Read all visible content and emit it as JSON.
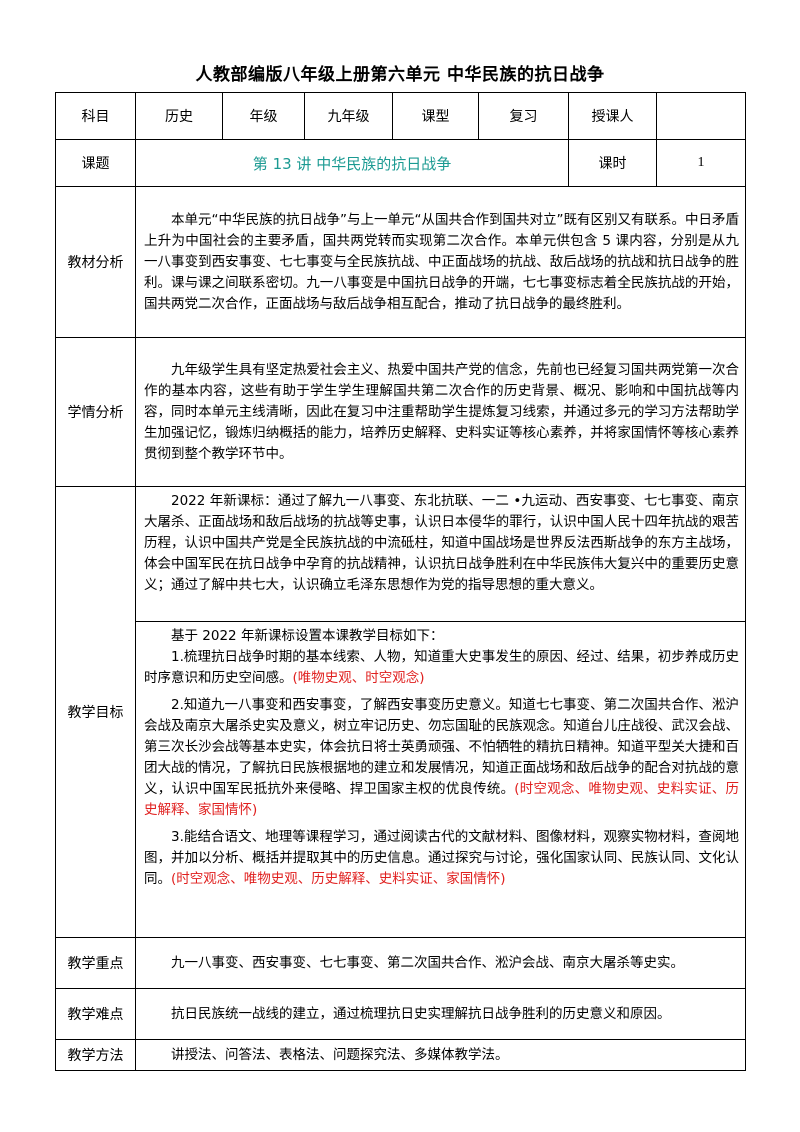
{
  "title": "人教部编版八年级上册第六单元  中华民族的抗日战争",
  "header": {
    "subject_label": "科目",
    "subject": "历史",
    "grade_label": "年级",
    "grade": "九年级",
    "type_label": "课型",
    "type": "复习",
    "teacher_label": "授课人",
    "teacher": ""
  },
  "topic": {
    "label": "课题",
    "value": "第 13 讲    中华民族的抗日战争",
    "hours_label": "课时",
    "hours": "1"
  },
  "material": {
    "label": "教材分析",
    "text": "本单元“中华民族的抗日战争”与上一单元“从国共合作到国共对立”既有区别又有联系。中日矛盾上升为中国社会的主要矛盾，国共两党转而实现第二次合作。本单元供包含 5 课内容，分别是从九一八事变到西安事变、七七事变与全民族抗战、中正面战场的抗战、敌后战场的抗战和抗日战争的胜利。课与课之间联系密切。九一八事变是中国抗日战争的开端，七七事变标志着全民族抗战的开始，国共两党二次合作，正面战场与敌后战争相互配合，推动了抗日战争的最终胜利。"
  },
  "students": {
    "label": "学情分析",
    "text": "九年级学生具有坚定热爱社会主义、热爱中国共产党的信念，先前也已经复习国共两党第一次合作的基本内容，这些有助于学生学生理解国共第二次合作的历史背景、概况、影响和中国抗战等内容，同时本单元主线清晰，因此在复习中注重帮助学生提炼复习线索，并通过多元的学习方法帮助学生加强记忆，锻炼归纳概括的能力，培养历史解释、史料实证等核心素养，并将家国情怀等核心素养贯彻到整个教学环节中。"
  },
  "objectives": {
    "label": "教学目标",
    "standard": "2022 年新课标：通过了解九一八事变、东北抗联、一二 •九运动、西安事变、七七事变、南京大屠杀、正面战场和敌后战场的抗战等史事，认识日本侵华的罪行，认识中国人民十四年抗战的艰苦历程，认识中国共产党是全民族抗战的中流砥柱，知道中国战场是世界反法西斯战争的东方主战场，体会中国军民在抗日战争中孕育的抗战精神，认识抗日战争胜利在中华民族伟大复兴中的重要历史意义；通过了解中共七大，认识确立毛泽东思想作为党的指导思想的重大意义。",
    "intro": "基于 2022 年新课标设置本课教学目标如下：",
    "items": [
      {
        "text": "1.梳理抗日战争时期的基本线索、人物，知道重大史事发生的原因、经过、结果，初步养成历史时序意识和历史空间感。",
        "tag": "(唯物史观、时空观念)"
      },
      {
        "text": "2.知道九一八事变和西安事变，了解西安事变历史意义。知道七七事变、第二次国共合作、淞沪会战及南京大屠杀史实及意义，树立牢记历史、勿忘国耻的民族观念。知道台儿庄战役、武汉会战、第三次长沙会战等基本史实，体会抗日将士英勇顽强、不怕牺牲的精抗日精神。知道平型关大捷和百团大战的情况，了解抗日民族根据地的建立和发展情况，知道正面战场和敌后战争的配合对抗战的意义，认识中国军民抵抗外来侵略、捍卫国家主权的优良传统。",
        "tag": "(时空观念、唯物史观、史料实证、历史解释、家国情怀)"
      },
      {
        "text": "3.能结合语文、地理等课程学习，通过阅读古代的文献材料、图像材料，观察实物材料，查阅地图，并加以分析、概括并提取其中的历史信息。通过探究与讨论，强化国家认同、民族认同、文化认同。",
        "tag": "(时空观念、唯物史观、历史解释、史料实证、家国情怀)"
      }
    ]
  },
  "key_points": {
    "label": "教学重点",
    "text": "九一八事变、西安事变、七七事变、第二次国共合作、淞沪会战、南京大屠杀等史实。"
  },
  "difficulties": {
    "label": "教学难点",
    "text": "抗日民族统一战线的建立，通过梳理抗日史实理解抗日战争胜利的历史意义和原因。"
  },
  "methods": {
    "label": "教学方法",
    "text": "讲授法、问答法、表格法、问题探究法、多媒体教学法。"
  }
}
